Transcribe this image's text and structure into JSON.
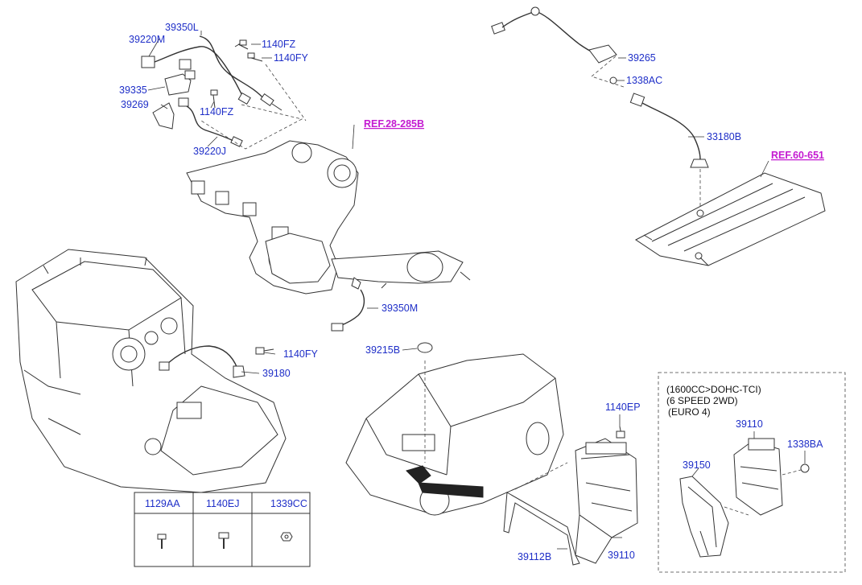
{
  "diagram": {
    "labels": {
      "l_39350L": "39350L",
      "l_39220M": "39220M",
      "l_1140FZ_a": "1140FZ",
      "l_1140FY_a": "1140FY",
      "l_39335": "39335",
      "l_39269": "39269",
      "l_1140FZ_b": "1140FZ",
      "l_39220J": "39220J",
      "l_39350M": "39350M",
      "l_1140FY_b": "1140FY",
      "l_39180": "39180",
      "l_39265": "39265",
      "l_1338AC": "1338AC",
      "l_33180B": "33180B",
      "l_39215B": "39215B",
      "l_1140EP": "1140EP",
      "l_39112B": "39112B",
      "l_39110_a": "39110",
      "l_39110_b": "39110",
      "l_39150": "39150",
      "l_1338BA": "1338BA"
    },
    "refs": {
      "ref_28": "REF.28-285B",
      "ref_60": "REF.60-651"
    },
    "variant_note": {
      "line1": "(1600CC>DOHC-TCI)",
      "line2": "(6 SPEED 2WD)",
      "line3": "(EURO 4)"
    },
    "fastener_table": {
      "headers": [
        "1129AA",
        "1140EJ",
        "1339CC"
      ]
    }
  }
}
